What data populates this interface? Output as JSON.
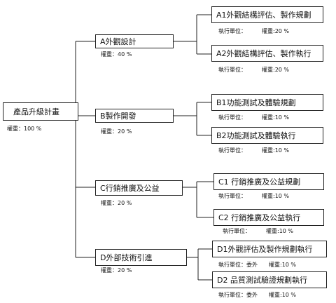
{
  "root": {
    "label": "產品升級計畫",
    "weight": "權重：100 %"
  },
  "branches": [
    {
      "label": "A外觀設計",
      "weight": "權重：40 %",
      "children": [
        {
          "label": "A1外觀結構評估、製作規劃",
          "unit_label": "執行單位：",
          "unit_value": "",
          "weight": "權重:20 %"
        },
        {
          "label": "A2外觀結構評估、製作執行",
          "unit_label": "執行單位：",
          "unit_value": "",
          "weight": "權重:20 %"
        }
      ]
    },
    {
      "label": "B製作開發",
      "weight": "權重：20 %",
      "children": [
        {
          "label": "B1功能測試及體驗規劃",
          "unit_label": "執行單位：",
          "unit_value": "",
          "weight": "權重:10 %"
        },
        {
          "label": "B2功能測試及體驗執行",
          "unit_label": "執行單位：",
          "unit_value": "",
          "weight": "權重:10 %"
        }
      ]
    },
    {
      "label": "C行銷推廣及公益",
      "weight": "權重：20 %",
      "children": [
        {
          "label": "C1 行銷推廣及公益規劃",
          "unit_label": "執行單位：",
          "unit_value": "",
          "weight": "權重:10 %"
        },
        {
          "label": "C2 行銷推廣及公益執行",
          "unit_label": "執行單位：",
          "unit_value": "",
          "weight": "權重:10 %"
        }
      ]
    },
    {
      "label": "D外部技術引進",
      "weight": "權重：20 %",
      "children": [
        {
          "label": "D1外觀評估及製作規劃執行",
          "unit_label": "執行單位：",
          "unit_value": "委外",
          "weight": "權重:10 %"
        },
        {
          "label": "D2 品質測試驗證規劃執行",
          "unit_label": "執行單位：",
          "unit_value": "委外",
          "weight": "權重:10 %"
        }
      ]
    }
  ]
}
